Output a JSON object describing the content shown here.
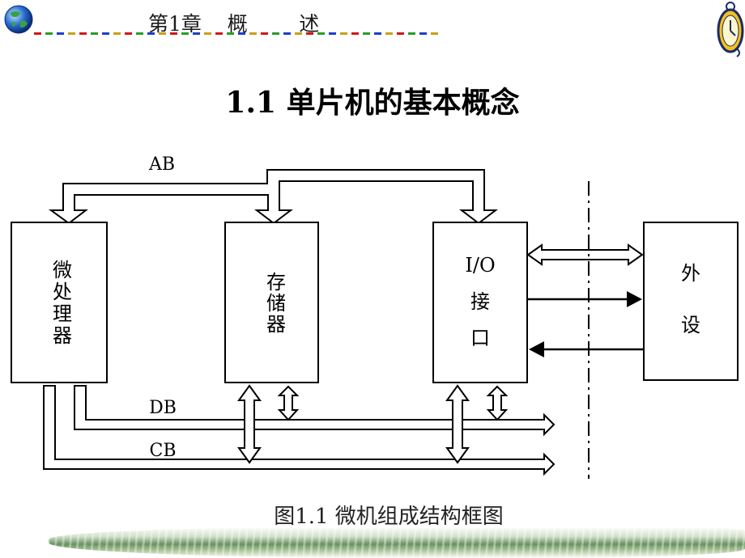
{
  "header": {
    "chapter": "第1章    概        述"
  },
  "title": "1.1  单片机的基本概念",
  "diagram": {
    "bus_labels": {
      "ab": "AB",
      "db": "DB",
      "cb": "CB"
    },
    "blocks": {
      "cpu": [
        "微",
        "处",
        "理",
        "器"
      ],
      "memory": [
        "存",
        "储",
        "器"
      ],
      "io": [
        "I/O",
        "接",
        "口"
      ],
      "peripheral": [
        "外",
        "设"
      ]
    }
  },
  "caption": "图1.1  微机组成结构框图",
  "colors": {
    "stroke": "#000000",
    "background": "#ffffff"
  },
  "icons": {
    "left": "globe-icon",
    "right": "clock-icon"
  }
}
